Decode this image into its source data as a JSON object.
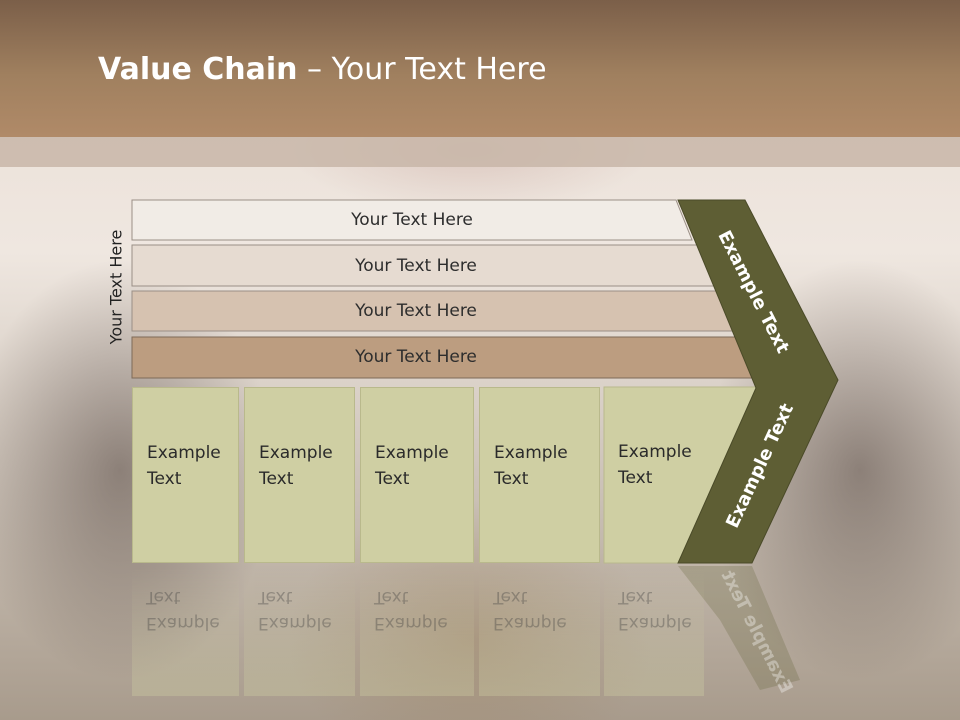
{
  "title": {
    "bold": "Value Chain",
    "rest": " – Your Text Here"
  },
  "side_label": "Your Text Here",
  "rows": [
    {
      "label": "Your Text Here",
      "color": "#f1ece6"
    },
    {
      "label": "Your Text Here",
      "color": "#e6dbd1"
    },
    {
      "label": "Your Text Here",
      "color": "#d6c2b0"
    },
    {
      "label": "Your Text Here",
      "color": "#bc9d80"
    }
  ],
  "columns": [
    {
      "line1": "Example",
      "line2": "Text"
    },
    {
      "line1": "Example",
      "line2": "Text"
    },
    {
      "line1": "Example",
      "line2": "Text"
    },
    {
      "line1": "Example",
      "line2": "Text"
    },
    {
      "line1": "Example",
      "line2": "Text"
    }
  ],
  "chevron": {
    "upper_label": "Example Text",
    "lower_label": "Example Text",
    "color": "#5e5e34"
  },
  "column_color": "#cfcfa3"
}
